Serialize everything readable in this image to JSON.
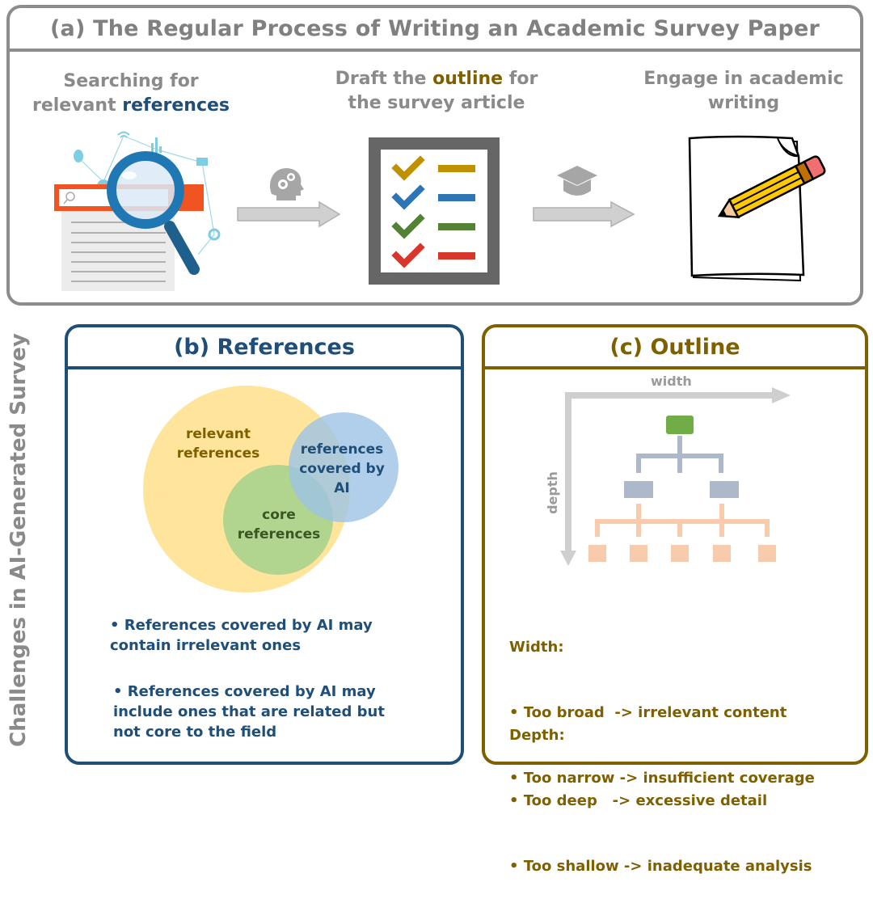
{
  "panel_a": {
    "title": "(a) The Regular Process of Writing an Academic Survey Paper",
    "steps": [
      {
        "line1": "Searching for",
        "line2_prefix": "relevant ",
        "line2_highlight": "references",
        "icon": "search-references-illustration"
      },
      {
        "line1_prefix": "Draft the ",
        "line1_highlight": "outline",
        "line1_suffix": " for",
        "line2": "the survey article",
        "icon": "checklist-icon"
      },
      {
        "line1": "Engage in academic",
        "line2": "writing",
        "icon": "paper-pencil-icon"
      }
    ],
    "arrows": [
      {
        "icon": "head-gears-icon"
      },
      {
        "icon": "graduation-cap-icon"
      }
    ],
    "checklist_colors": [
      "#bf9000",
      "#2e75b6",
      "#548235",
      "#d9362b"
    ]
  },
  "side_label": "Challenges in AI-Generated Survey",
  "panel_b": {
    "title": "(b) References",
    "venn": {
      "relevant": {
        "line1": "relevant",
        "line2": "references",
        "color": "#ffe08a"
      },
      "covered": {
        "line1": "references",
        "line2": "covered by",
        "line3": "AI",
        "color": "#9dc3e6"
      },
      "core": {
        "line1": "core",
        "line2": "references",
        "color": "#a9d18e"
      }
    },
    "bullets": [
      {
        "line1": "• References covered by AI may",
        "line2": "contain irrelevant ones"
      },
      {
        "line1": "• References covered by AI may",
        "line2": "include ones that are related but",
        "line3": "not core to the field"
      }
    ]
  },
  "panel_c": {
    "title": "(c) Outline",
    "axis_width_label": "width",
    "axis_depth_label": "depth",
    "tree_colors": {
      "root": "#70ad47",
      "level1": "#adb9ca",
      "level2": "#f8cbad"
    },
    "width_heading": "Width:",
    "width_items": [
      "• Too broad  -> irrelevant content",
      "• Too narrow -> insufficient coverage"
    ],
    "depth_heading": "Depth:",
    "depth_items": [
      "• Too deep   -> excessive detail",
      "• Too shallow -> inadequate analysis"
    ]
  }
}
